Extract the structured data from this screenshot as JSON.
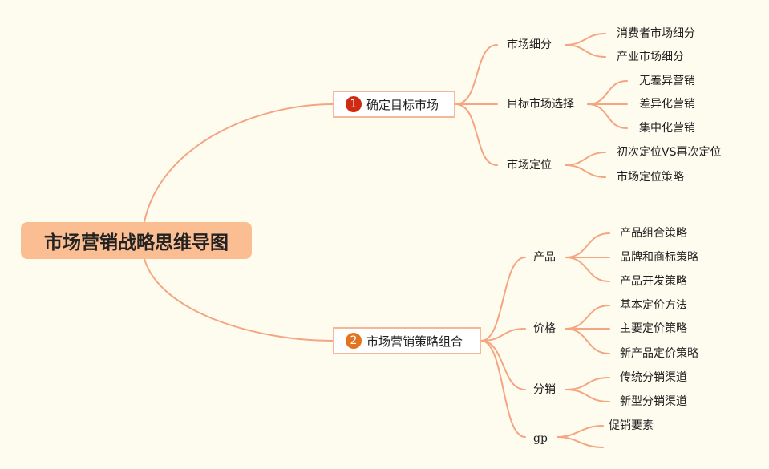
{
  "title": "市场营销战略思维导图",
  "colors": {
    "background": "#fefcef",
    "line": "#f4a582",
    "root_fill": "#fbbd92",
    "badge_1": "#cf2a12",
    "badge_2": "#e4731f"
  },
  "branches": [
    {
      "number": "1",
      "label": "确定目标市场",
      "children": [
        {
          "label": "市场细分",
          "children": [
            "消费者市场细分",
            "产业市场细分"
          ]
        },
        {
          "label": "目标市场选择",
          "children": [
            "无差异营销",
            "差异化营销",
            "集中化营销"
          ]
        },
        {
          "label": "市场定位",
          "children": [
            "初次定位VS再次定位",
            "市场定位策略"
          ]
        }
      ]
    },
    {
      "number": "2",
      "label": "市场营销策略组合",
      "children": [
        {
          "label": "产品",
          "children": [
            "产品组合策略",
            "品牌和商标策略",
            "产品开发策略"
          ]
        },
        {
          "label": "价格",
          "children": [
            "基本定价方法",
            "主要定价策略",
            "新产品定价策略"
          ]
        },
        {
          "label": "分销",
          "children": [
            "传统分销渠道",
            "新型分销渠道"
          ]
        },
        {
          "label": "gp",
          "children": [
            "促销要素",
            ""
          ]
        }
      ]
    }
  ]
}
